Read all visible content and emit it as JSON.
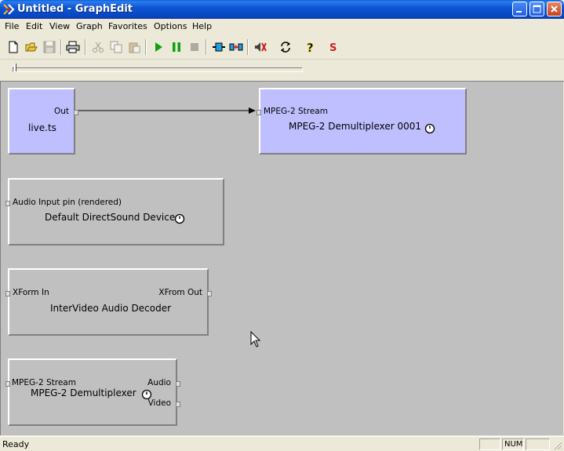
{
  "window": {
    "title": "Untitled - GraphEdit"
  },
  "menu": [
    "File",
    "Edit",
    "View",
    "Graph",
    "Favorites",
    "Options",
    "Help"
  ],
  "toolbar": {
    "buttons": [
      "new-icon",
      "open-icon",
      "save-icon",
      "print-icon",
      "cut-icon",
      "copy-icon",
      "paste-icon",
      "play-icon",
      "pause-icon",
      "stop-icon",
      "frame-step-icon",
      "seek-icon",
      "mute-icon",
      "refresh-icon",
      "help-icon",
      "stream-icon"
    ],
    "stream_label": "S",
    "help_label": "?"
  },
  "filters": {
    "livets": {
      "name": "live.ts",
      "out_pin": "Out"
    },
    "demux1": {
      "name": "MPEG-2 Demultiplexer 0001",
      "in_pin": "MPEG-2 Stream"
    },
    "dsound": {
      "name": "Default DirectSound Device",
      "in_pin": "Audio Input pin (rendered)"
    },
    "intervideo": {
      "name": "InterVideo Audio Decoder",
      "in_pin": "XForm In",
      "out_pin": "XFrom Out"
    },
    "demux2": {
      "name": "MPEG-2 Demultiplexer",
      "in_pin": "MPEG-2 Stream",
      "out_pin_audio": "Audio",
      "out_pin_video": "Video"
    }
  },
  "status": {
    "text": "Ready",
    "num": "NUM"
  },
  "colors": {
    "title_bar": "#0a5fd8",
    "selected_filter": "#bfbfff",
    "canvas": "#c0c0c0"
  }
}
